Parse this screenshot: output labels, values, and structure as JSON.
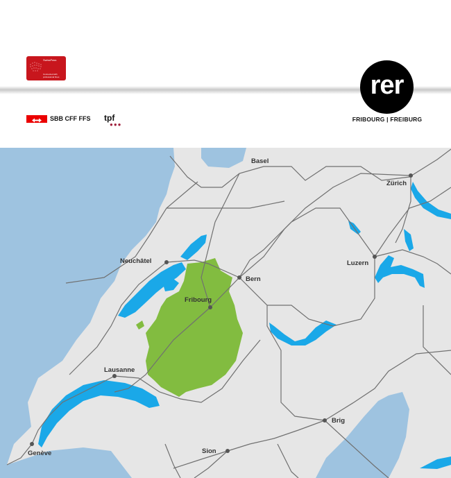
{
  "header": {
    "swisspass_brand": "SwissPass",
    "swisspass_caption": "Connected with professional fines",
    "rer_logo": "rer",
    "rer_subtitle": "FRIBOURG | FREIBURG",
    "sbb_label": "SBB CFF FFS",
    "tpf_label": "tpf"
  },
  "map": {
    "colors": {
      "land": "#e6e6e6",
      "water_outside": "#9ec3e0",
      "lakes": "#1aa8e8",
      "canton_fribourg": "#82bc40",
      "routes": "#707070"
    },
    "cities": [
      {
        "id": "basel",
        "label": "Basel"
      },
      {
        "id": "zurich",
        "label": "Zürich"
      },
      {
        "id": "neuchatel",
        "label": "Neuchâtel"
      },
      {
        "id": "bern",
        "label": "Bern"
      },
      {
        "id": "fribourg",
        "label": "Fribourg"
      },
      {
        "id": "luzern",
        "label": "Luzern"
      },
      {
        "id": "lausanne",
        "label": "Lausanne"
      },
      {
        "id": "geneve",
        "label": "Genève"
      },
      {
        "id": "brig",
        "label": "Brig"
      },
      {
        "id": "sion",
        "label": "Sion"
      }
    ]
  }
}
